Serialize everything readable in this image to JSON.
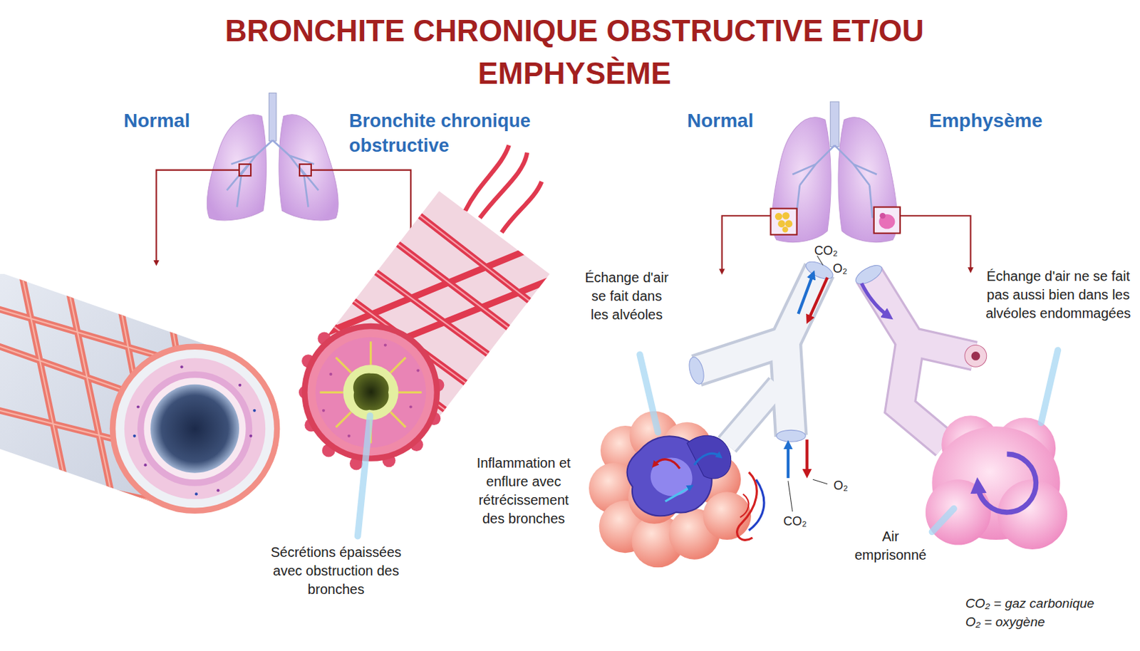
{
  "diagram": {
    "title": "BRONCHITE CHRONIQUE OBSTRUCTIVE ET/OU EMPHYSÈME",
    "labels": [
      "Normal",
      "Bronchite chronique obstructive",
      "Normal",
      "Emphysème",
      "Inflammation et enflure avec rétrécissement des bronches",
      "Sécrétions épaissées avec obstruction des bronches",
      "Échange d'air se fait dans les alvéoles",
      "CO₂",
      "O₂",
      "Échange d'air ne se fait pas aussi bien dans les alvéoles endommagées",
      "O₂",
      "CO₂",
      "Air emprisonné",
      "CO₂ = gaz carbonique",
      "O₂ = oxygène"
    ]
  }
}
